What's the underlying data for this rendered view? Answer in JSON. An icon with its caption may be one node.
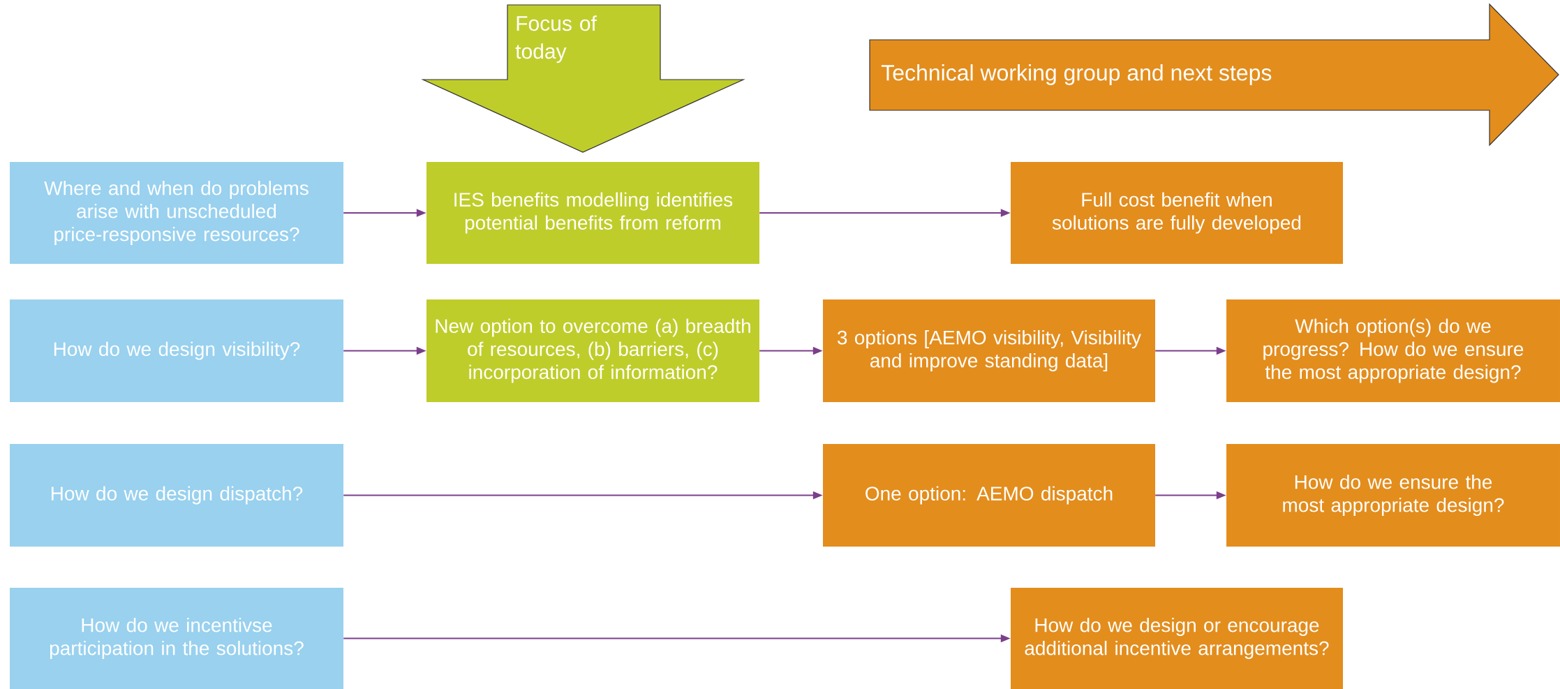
{
  "diagram": {
    "nodes": [
      {
        "text": [
          "Focus of today"
        ]
      },
      {
        "text": [
          "Technical working group and next steps"
        ]
      },
      {
        "text": [
          "Where and when do problems arise with unscheduled price-responsive resources?"
        ]
      },
      {
        "text": [
          "IES benefits modelling identifies potential benefits from reform"
        ]
      },
      {
        "text": [
          "Full cost benefit when solutions are fully developed"
        ]
      },
      {
        "text": [
          "How do we design visibility?"
        ]
      },
      {
        "text": [
          "New option to overcome (a) breadth of resources, (b) barriers, (c) incorporation of information?"
        ]
      },
      {
        "text": [
          "3 options [AEMO visibility, Visibility and improve standing data]"
        ]
      },
      {
        "text": [
          "Which option(s) do we progress? How do we ensure the most appropriate design?"
        ]
      },
      {
        "text": [
          "How do we design dispatch?"
        ]
      },
      {
        "text": [
          "One option: AEMO dispatch"
        ]
      },
      {
        "text": [
          "How do we ensure the most appropriate design?"
        ]
      },
      {
        "text": [
          "How do we incentivse participation in the solutions?"
        ]
      },
      {
        "text": [
          "How do we design or encourage additional incentive arrangements?"
        ]
      }
    ],
    "edges": [
      {
        "from": 2,
        "to": 3,
        "arrow": "to"
      },
      {
        "from": 3,
        "to": 4,
        "arrow": "to"
      },
      {
        "from": 5,
        "to": 6,
        "arrow": "to"
      },
      {
        "from": 6,
        "to": 7,
        "arrow": "to"
      },
      {
        "from": 7,
        "to": 8,
        "arrow": "to"
      },
      {
        "from": 9,
        "to": 10,
        "arrow": "to"
      },
      {
        "from": 10,
        "to": 11,
        "arrow": "to"
      },
      {
        "from": 12,
        "to": 13,
        "arrow": "to"
      }
    ]
  }
}
